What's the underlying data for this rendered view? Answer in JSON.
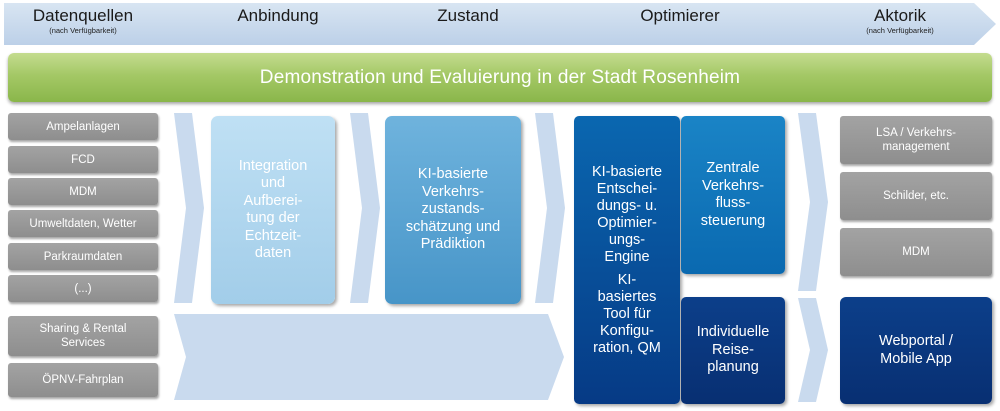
{
  "header": {
    "stages": [
      {
        "label": "Datenquellen",
        "sub": "(nach Verfügbarkeit)"
      },
      {
        "label": "Anbindung",
        "sub": ""
      },
      {
        "label": "Zustand",
        "sub": ""
      },
      {
        "label": "Optimierer",
        "sub": ""
      },
      {
        "label": "Aktorik",
        "sub": "(nach Verfügbarkeit)"
      }
    ]
  },
  "banner": "Demonstration und Evaluierung in der Stadt Rosenheim",
  "sources": {
    "upper": [
      "Ampelanlagen",
      "FCD",
      "MDM",
      "Umweltdaten, Wetter",
      "Parkraumdaten",
      "(...)"
    ],
    "lower": [
      "Sharing & Rental\nServices",
      "ÖPNV-Fahrplan"
    ]
  },
  "processing": {
    "integration": "Integration\nund\nAufberei-\ntung der\nEchtzeit-\ndaten",
    "state": "KI-basierte\nVerkehrs-\nzustands-\nschätzung und\nPrädiktion",
    "engine": "KI-basierte\nEntschei-\ndungs- u.\nOptimier-\nungs-\nEngine",
    "config_tool": "KI-\nbasiertes\nTool für\nKonfigu-\nration, QM",
    "traffic_control": "Zentrale\nVerkehrs-\nfluss-\nsteuerung",
    "travel_planning": "Individuelle\nReise-\nplanung"
  },
  "actors": {
    "upper": [
      "LSA / Verkehrs-\nmanagement",
      "Schilder, etc.",
      "MDM"
    ],
    "webportal": "Webportal /\nMobile App"
  },
  "colors": {
    "header_band": "#c8d9ec",
    "banner_green": "#9cc45c",
    "arrow_light": "#c9daee",
    "grey_box": "#999999",
    "light_blue": "#a9d2ec",
    "mid_blue": "#5aa4d4",
    "dark_blue": "#08509c",
    "navy": "#0a357c"
  }
}
